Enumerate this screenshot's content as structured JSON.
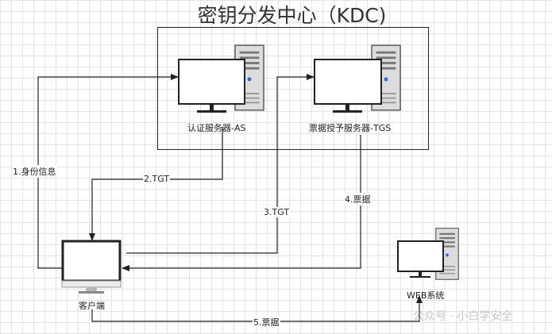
{
  "title": "密钥分发中心（KDC)",
  "nodes": {
    "as": "认证服务器-AS",
    "tgs": "票据授予服务器-TGS",
    "client": "客户端",
    "web": "WEB系统"
  },
  "edges": [
    {
      "from": "client",
      "to": "as",
      "label": "1.身份信息"
    },
    {
      "from": "as",
      "to": "client",
      "label": "2.TGT"
    },
    {
      "from": "client",
      "to": "tgs",
      "label": "3.TGT"
    },
    {
      "from": "tgs",
      "to": "client",
      "label": "4.票据"
    },
    {
      "from": "client",
      "to": "web",
      "label": "5.票据"
    }
  ],
  "watermark": "公众号 · 小白学安全"
}
